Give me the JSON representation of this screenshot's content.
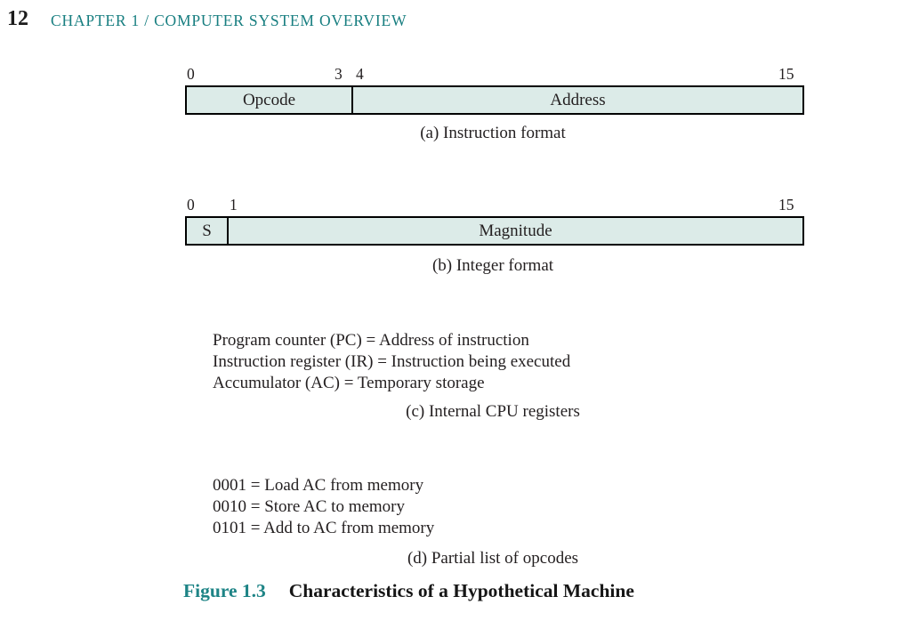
{
  "page": {
    "number": "12",
    "chapter_title": "CHAPTER 1 / COMPUTER SYSTEM OVERVIEW"
  },
  "colors": {
    "teal_header": "#177e80",
    "teal_figure_label": "#1e8486",
    "box_fill": "#dcebe8",
    "box_border": "#000000"
  },
  "instruction_format": {
    "bit_labels": [
      "0",
      "3",
      "4",
      "15"
    ],
    "fields": [
      {
        "label": "Opcode",
        "bits": "0-3"
      },
      {
        "label": "Address",
        "bits": "4-15"
      }
    ],
    "caption": "(a) Instruction format"
  },
  "integer_format": {
    "bit_labels": [
      "0",
      "1",
      "15"
    ],
    "fields": [
      {
        "label": "S",
        "bits": "0"
      },
      {
        "label": "Magnitude",
        "bits": "1-15"
      }
    ],
    "caption": "(b) Integer format"
  },
  "cpu_registers": {
    "lines": [
      "Program counter (PC) = Address of instruction",
      "Instruction register (IR) = Instruction being executed",
      "Accumulator (AC) = Temporary storage"
    ],
    "caption": "(c) Internal CPU registers"
  },
  "opcodes": {
    "lines": [
      "0001 = Load AC from memory",
      "0010 = Store AC to memory",
      "0101 = Add to AC from memory"
    ],
    "caption": "(d) Partial list of opcodes"
  },
  "figure_caption": {
    "label": "Figure 1.3",
    "title": "Characteristics of a Hypothetical Machine"
  }
}
